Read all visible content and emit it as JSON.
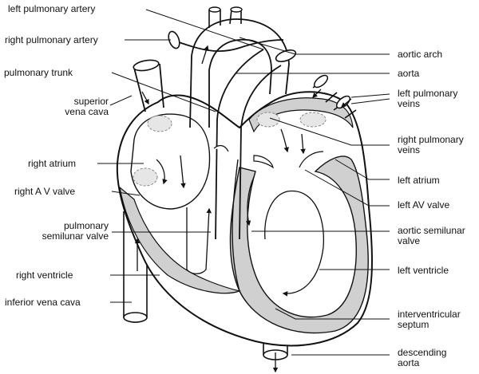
{
  "labels": {
    "left_pulmonary_artery": "left pulmonary artery",
    "right_pulmonary_artery": "right pulmonary artery",
    "pulmonary_trunk": "pulmonary trunk",
    "superior_vena_cava_1": "superior",
    "superior_vena_cava_2": "vena cava",
    "right_atrium": "right atrium",
    "right_av_valve": "right A V valve",
    "pulmonary_semilunar_valve_1": "pulmonary",
    "pulmonary_semilunar_valve_2": "semilunar valve",
    "right_ventricle": "right ventricle",
    "inferior_vena_cava": "inferior vena cava",
    "aortic_arch": "aortic arch",
    "aorta": "aorta",
    "left_pulmonary_veins_1": "left pulmonary",
    "left_pulmonary_veins_2": "veins",
    "right_pulmonary_veins_1": "right pulmonary",
    "right_pulmonary_veins_2": "veins",
    "left_atrium": "left atrium",
    "left_av_valve": "left AV valve",
    "aortic_semilunar_valve_1": "aortic semilunar",
    "aortic_semilunar_valve_2": "valve",
    "left_ventricle": "left ventricle",
    "interventricular_septum_1": "interventricular",
    "interventricular_septum_2": "septum",
    "descending_aorta_1": "descending",
    "descending_aorta_2": "aorta"
  },
  "colors": {
    "line": "#111111",
    "muscle": "#d0d0d0",
    "valve_fill": "#e6e6e6"
  }
}
